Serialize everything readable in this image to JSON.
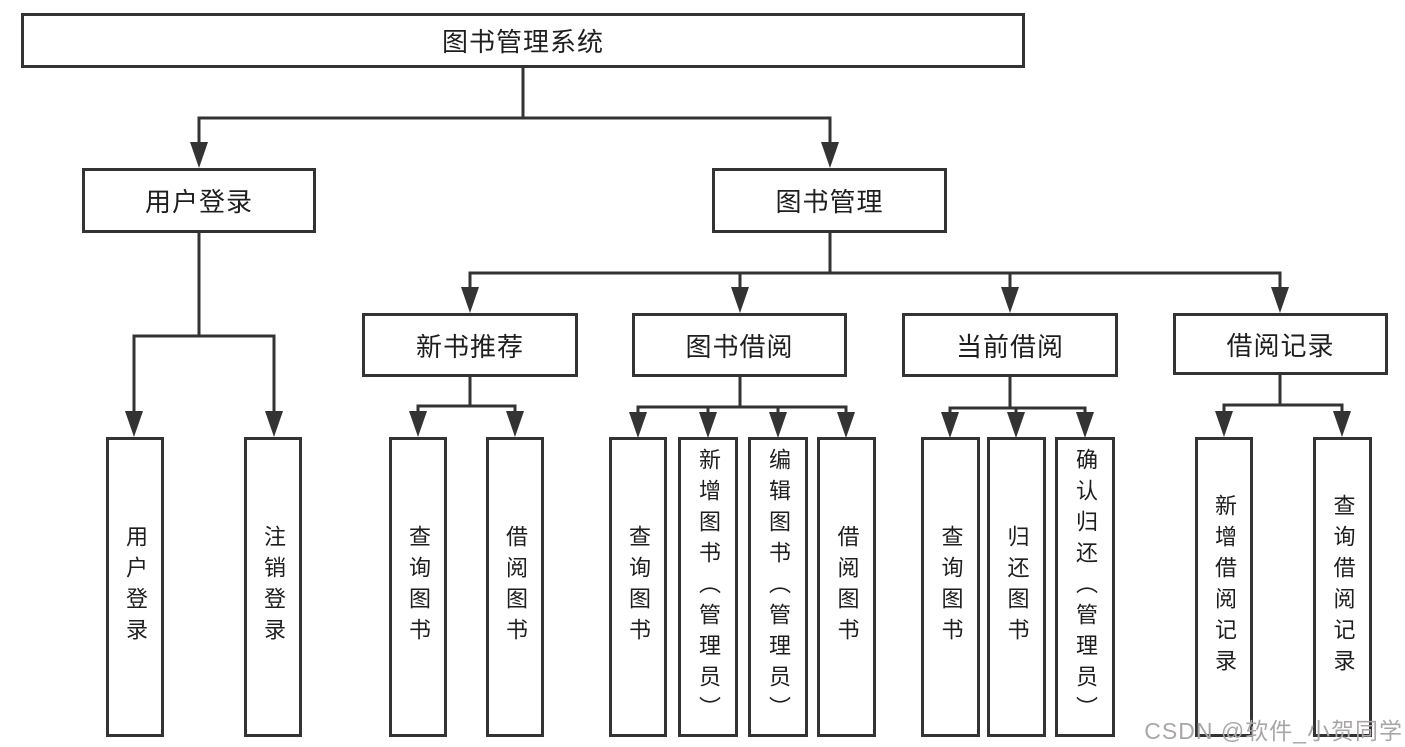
{
  "diagram": {
    "root": {
      "label": "图书管理系统"
    },
    "branches": [
      {
        "label": "用户登录",
        "children": [
          "用户登录",
          "注销登录"
        ]
      },
      {
        "label": "图书管理",
        "sections": [
          {
            "label": "新书推荐",
            "children": [
              "查询图书",
              "借阅图书"
            ]
          },
          {
            "label": "图书借阅",
            "children": [
              "查询图书",
              "新增图书（管理员）",
              "编辑图书（管理员）",
              "借阅图书"
            ]
          },
          {
            "label": "当前借阅",
            "children": [
              "查询图书",
              "归还图书",
              "确认归还（管理员）"
            ]
          },
          {
            "label": "借阅记录",
            "children": [
              "新增借阅记录",
              "查询借阅记录"
            ]
          }
        ]
      }
    ]
  },
  "watermark": {
    "text": "CSDN @软件_小贺同学"
  },
  "colors": {
    "line": "#333333",
    "text": "#1e1e1e",
    "watermark": "#a9a6a6",
    "background": "#ffffff"
  }
}
